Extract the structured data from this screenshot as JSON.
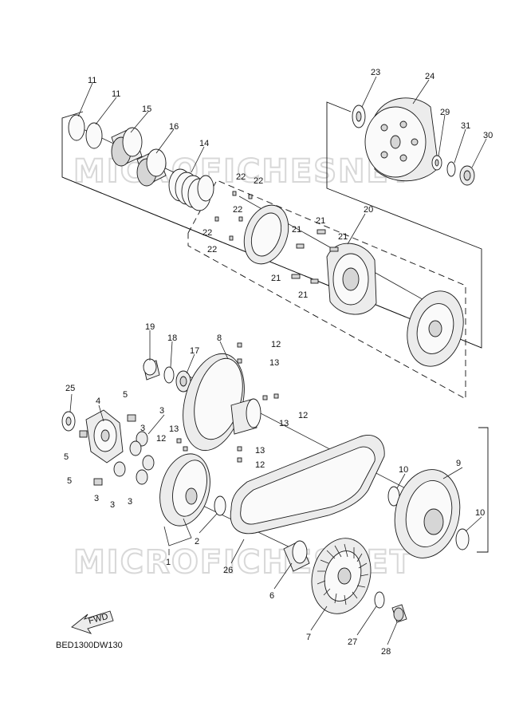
{
  "diagram_code": "BED1300DW130",
  "watermark_text": "MICROFICHESNET",
  "direction_arrow_label": "FWD",
  "callouts": [
    {
      "id": "c11a",
      "text": "11"
    },
    {
      "id": "c11b",
      "text": "11"
    },
    {
      "id": "c15",
      "text": "15"
    },
    {
      "id": "c16",
      "text": "16"
    },
    {
      "id": "c14",
      "text": "14"
    },
    {
      "id": "c23",
      "text": "23"
    },
    {
      "id": "c24",
      "text": "24"
    },
    {
      "id": "c29",
      "text": "29"
    },
    {
      "id": "c31",
      "text": "31"
    },
    {
      "id": "c30",
      "text": "30"
    },
    {
      "id": "c22a",
      "text": "22"
    },
    {
      "id": "c22b",
      "text": "22"
    },
    {
      "id": "c22c",
      "text": "22"
    },
    {
      "id": "c22d",
      "text": "22"
    },
    {
      "id": "c22e",
      "text": "22"
    },
    {
      "id": "c20",
      "text": "20"
    },
    {
      "id": "c21a",
      "text": "21"
    },
    {
      "id": "c21b",
      "text": "21"
    },
    {
      "id": "c21c",
      "text": "21"
    },
    {
      "id": "c21d",
      "text": "21"
    },
    {
      "id": "c21e",
      "text": "21"
    },
    {
      "id": "c19",
      "text": "19"
    },
    {
      "id": "c18",
      "text": "18"
    },
    {
      "id": "c17",
      "text": "17"
    },
    {
      "id": "c8",
      "text": "8"
    },
    {
      "id": "c12a",
      "text": "12"
    },
    {
      "id": "c13a",
      "text": "13"
    },
    {
      "id": "c12b",
      "text": "12"
    },
    {
      "id": "c13b",
      "text": "13"
    },
    {
      "id": "c25",
      "text": "25"
    },
    {
      "id": "c4",
      "text": "4"
    },
    {
      "id": "c5a",
      "text": "5"
    },
    {
      "id": "c3a",
      "text": "3"
    },
    {
      "id": "c3b",
      "text": "3"
    },
    {
      "id": "c5b",
      "text": "5"
    },
    {
      "id": "c12c",
      "text": "12"
    },
    {
      "id": "c13c",
      "text": "13"
    },
    {
      "id": "c13d",
      "text": "13"
    },
    {
      "id": "c12d",
      "text": "12"
    },
    {
      "id": "c5c",
      "text": "5"
    },
    {
      "id": "c3c",
      "text": "3"
    },
    {
      "id": "c3d",
      "text": "3"
    },
    {
      "id": "c3e",
      "text": "3"
    },
    {
      "id": "c10a",
      "text": "10"
    },
    {
      "id": "c9",
      "text": "9"
    },
    {
      "id": "c10b",
      "text": "10"
    },
    {
      "id": "c2",
      "text": "2"
    },
    {
      "id": "c1",
      "text": "1"
    },
    {
      "id": "c26",
      "text": "26"
    },
    {
      "id": "c6",
      "text": "6"
    },
    {
      "id": "c7",
      "text": "7"
    },
    {
      "id": "c27",
      "text": "27"
    },
    {
      "id": "c28",
      "text": "28"
    }
  ]
}
